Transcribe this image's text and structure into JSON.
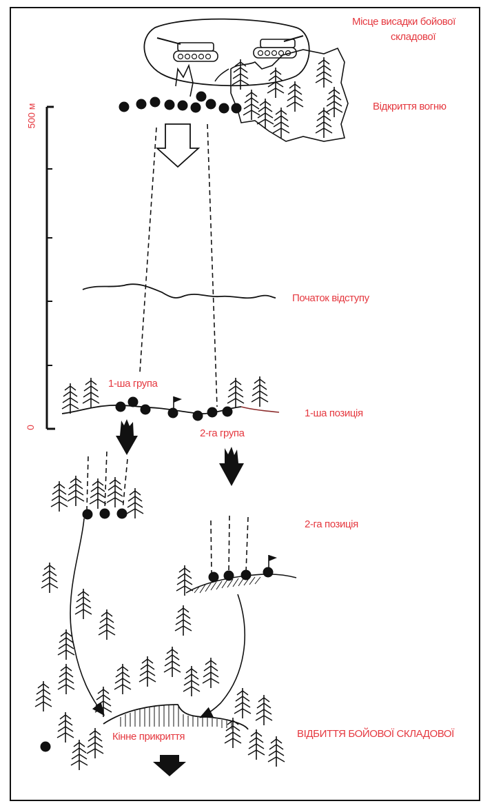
{
  "labels": {
    "landing_line1": "Місце висадки бойової",
    "landing_line2": "складової",
    "open_fire": "Відкриття вогню",
    "retreat_start": "Початок відступу",
    "group1": "1-ша група",
    "group2": "2-га група",
    "position1": "1-ша позиція",
    "position2": "2-га позиція",
    "repel": "ВІДБИТТЯ БОЙОВОЇ СКЛАДОВОЇ",
    "horse_cover": "Кінне прикриття"
  },
  "scale": {
    "top": "500 м",
    "bottom": "0"
  },
  "colors": {
    "label": "#e5383f",
    "ink": "#111111"
  },
  "icons": [
    "tank-icon",
    "tree-icon",
    "flag-icon",
    "soldier-dot-icon",
    "arrow-icon"
  ]
}
